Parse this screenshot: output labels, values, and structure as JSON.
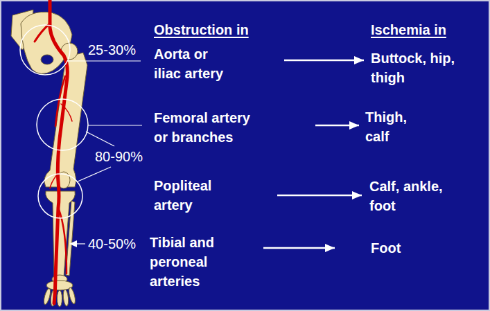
{
  "diagram": {
    "nodes": [
      {
        "text": [
          "Aorta or iliac artery"
        ]
      },
      {
        "text": [
          "Buttock, hip, thigh"
        ]
      },
      {
        "text": [
          "Femoral artery or branches"
        ]
      },
      {
        "text": [
          "Thigh, calf"
        ]
      },
      {
        "text": [
          "Popliteal artery"
        ]
      },
      {
        "text": [
          "Calf, ankle, foot"
        ]
      },
      {
        "text": [
          "Tibial and peroneal arteries"
        ]
      },
      {
        "text": [
          "Foot"
        ]
      }
    ],
    "edges": [
      {
        "from": 0,
        "to": 1,
        "arrow": "to"
      },
      {
        "from": 2,
        "to": 3,
        "arrow": "to"
      },
      {
        "from": 4,
        "to": 5,
        "arrow": "to"
      },
      {
        "from": 6,
        "to": 7,
        "arrow": "to"
      }
    ],
    "labels": [
      "Obstruction in",
      "Ischemia in",
      "25-30%",
      "80-90%",
      "40-50%"
    ]
  }
}
